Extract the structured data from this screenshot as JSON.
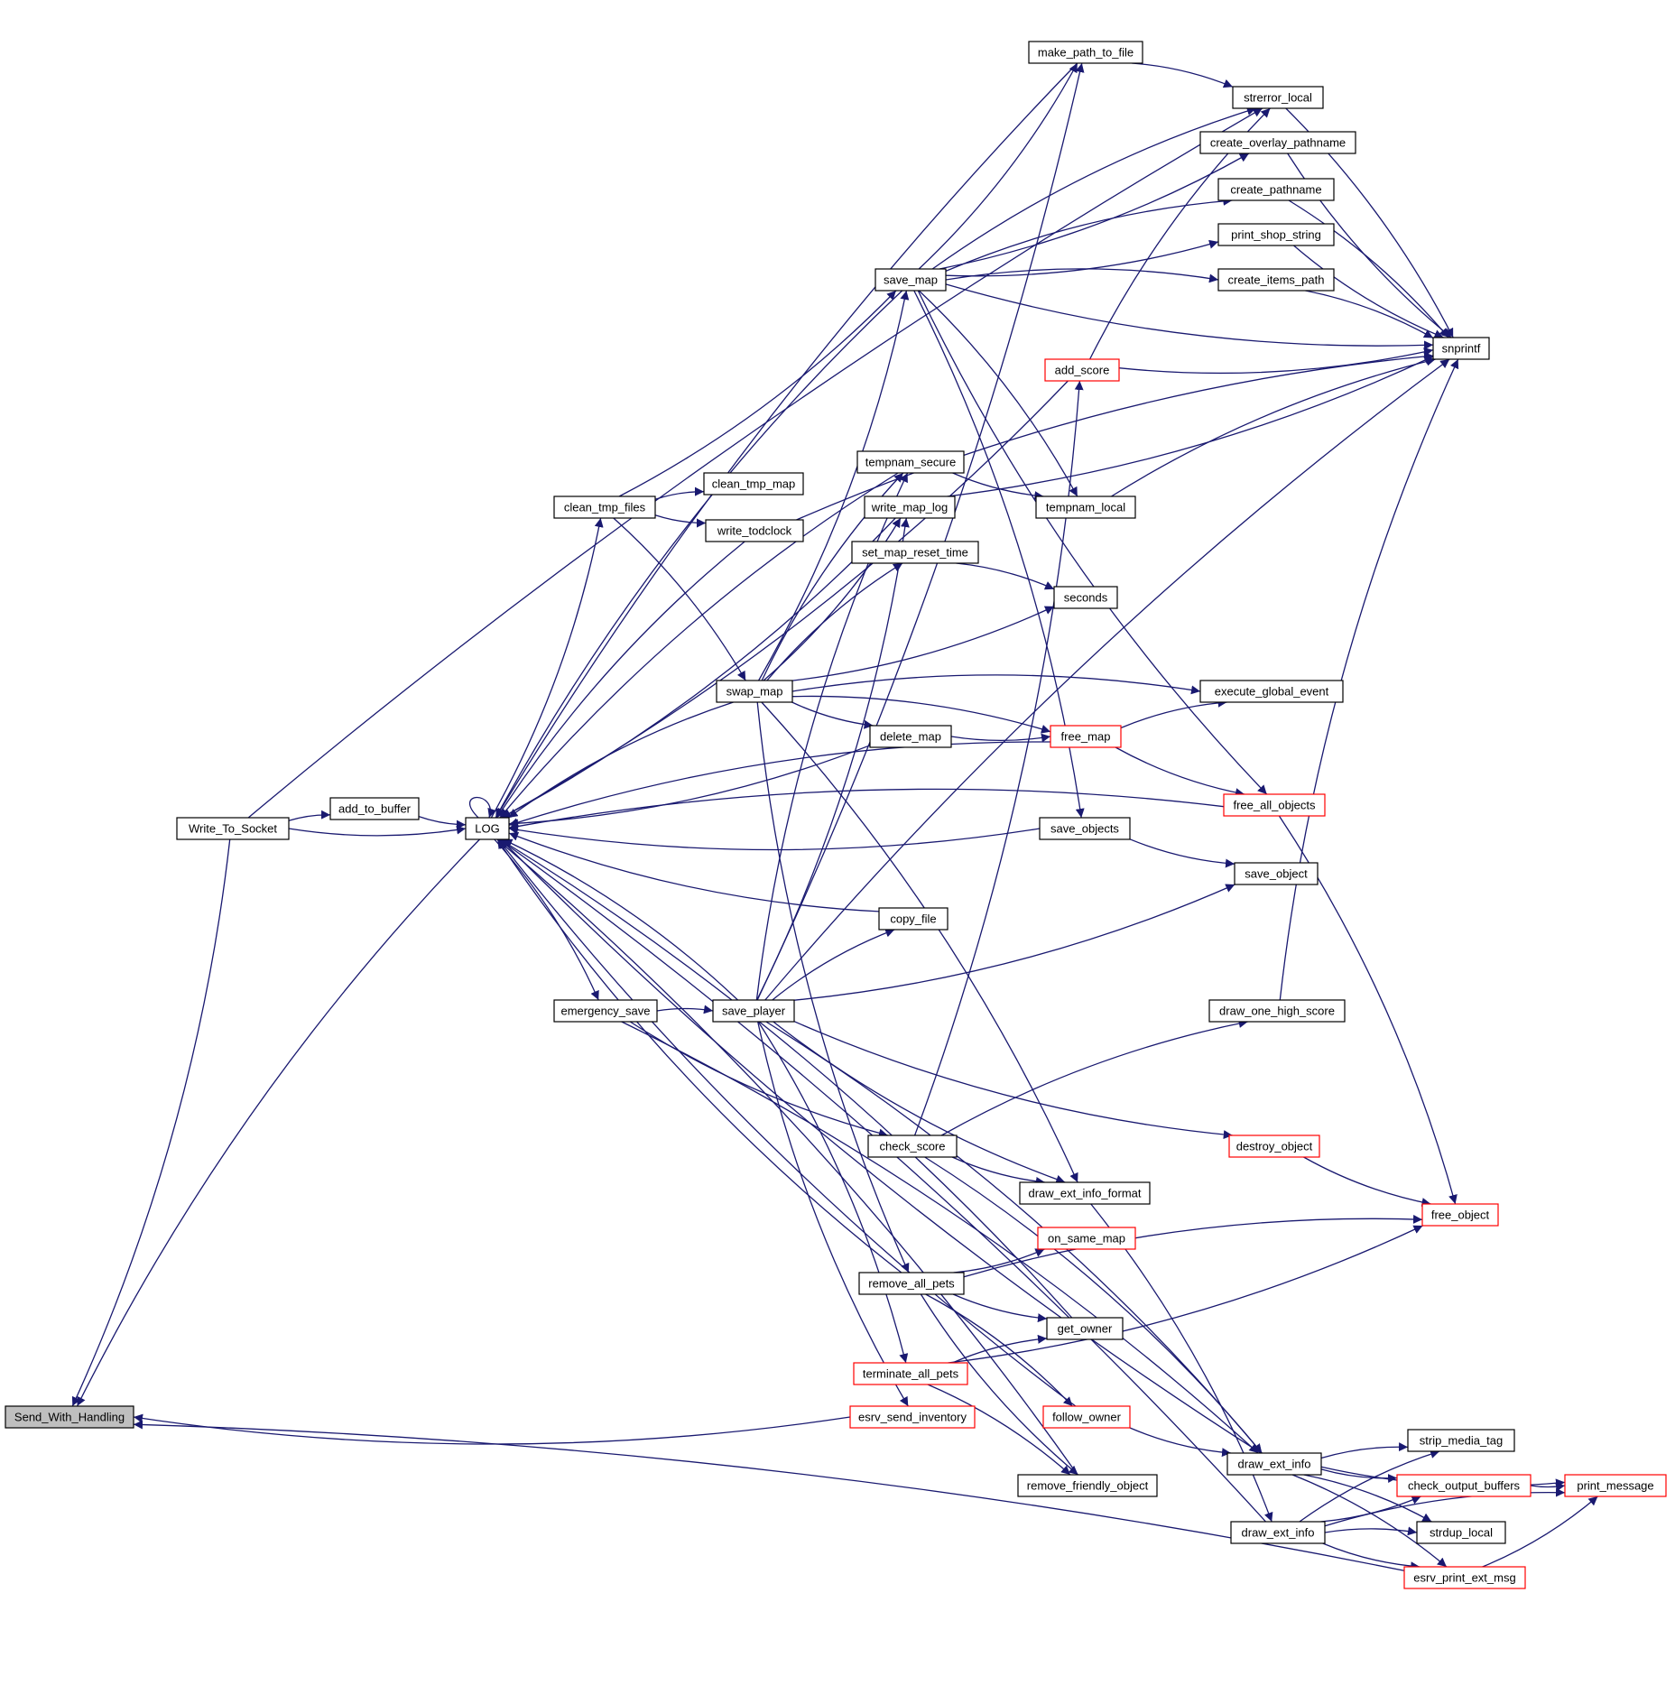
{
  "diagram": {
    "title": "Send_With_Handling call graph",
    "colors": {
      "edge": "#191970",
      "normal_border": "#000000",
      "truncated_border": "#ff0000",
      "root_fill": "#bfbfbf",
      "node_fill": "#ffffff"
    },
    "nodes": [
      {
        "id": "Send_With_Handling",
        "label": "Send_With_Handling",
        "style": "root"
      },
      {
        "id": "Write_To_Socket",
        "label": "Write_To_Socket",
        "style": "normal"
      },
      {
        "id": "add_to_buffer",
        "label": "add_to_buffer",
        "style": "normal"
      },
      {
        "id": "LOG",
        "label": "LOG",
        "style": "normal"
      },
      {
        "id": "make_path_to_file",
        "label": "make_path_to_file",
        "style": "normal"
      },
      {
        "id": "strerror_local",
        "label": "strerror_local",
        "style": "normal"
      },
      {
        "id": "create_overlay_pathname",
        "label": "create_overlay_pathname",
        "style": "normal"
      },
      {
        "id": "create_pathname",
        "label": "create_pathname",
        "style": "normal"
      },
      {
        "id": "print_shop_string",
        "label": "print_shop_string",
        "style": "normal"
      },
      {
        "id": "create_items_path",
        "label": "create_items_path",
        "style": "normal"
      },
      {
        "id": "save_map",
        "label": "save_map",
        "style": "normal"
      },
      {
        "id": "snprintf",
        "label": "snprintf",
        "style": "normal"
      },
      {
        "id": "add_score",
        "label": "add_score",
        "style": "truncated"
      },
      {
        "id": "tempnam_secure",
        "label": "tempnam_secure",
        "style": "normal"
      },
      {
        "id": "clean_tmp_map",
        "label": "clean_tmp_map",
        "style": "normal"
      },
      {
        "id": "clean_tmp_files",
        "label": "clean_tmp_files",
        "style": "normal"
      },
      {
        "id": "write_map_log",
        "label": "write_map_log",
        "style": "normal"
      },
      {
        "id": "tempnam_local",
        "label": "tempnam_local",
        "style": "normal"
      },
      {
        "id": "write_todclock",
        "label": "write_todclock",
        "style": "normal"
      },
      {
        "id": "set_map_reset_time",
        "label": "set_map_reset_time",
        "style": "normal"
      },
      {
        "id": "seconds",
        "label": "seconds",
        "style": "normal"
      },
      {
        "id": "swap_map",
        "label": "swap_map",
        "style": "normal"
      },
      {
        "id": "execute_global_event",
        "label": "execute_global_event",
        "style": "normal"
      },
      {
        "id": "delete_map",
        "label": "delete_map",
        "style": "normal"
      },
      {
        "id": "free_map",
        "label": "free_map",
        "style": "truncated"
      },
      {
        "id": "free_all_objects",
        "label": "free_all_objects",
        "style": "truncated"
      },
      {
        "id": "save_objects",
        "label": "save_objects",
        "style": "normal"
      },
      {
        "id": "save_object",
        "label": "save_object",
        "style": "normal"
      },
      {
        "id": "copy_file",
        "label": "copy_file",
        "style": "normal"
      },
      {
        "id": "emergency_save",
        "label": "emergency_save",
        "style": "normal"
      },
      {
        "id": "save_player",
        "label": "save_player",
        "style": "normal"
      },
      {
        "id": "draw_one_high_score",
        "label": "draw_one_high_score",
        "style": "normal"
      },
      {
        "id": "check_score",
        "label": "check_score",
        "style": "normal"
      },
      {
        "id": "destroy_object",
        "label": "destroy_object",
        "style": "truncated"
      },
      {
        "id": "draw_ext_info_format",
        "label": "draw_ext_info_format",
        "style": "normal"
      },
      {
        "id": "free_object",
        "label": "free_object",
        "style": "truncated"
      },
      {
        "id": "on_same_map",
        "label": "on_same_map",
        "style": "truncated"
      },
      {
        "id": "remove_all_pets",
        "label": "remove_all_pets",
        "style": "normal"
      },
      {
        "id": "get_owner",
        "label": "get_owner",
        "style": "normal"
      },
      {
        "id": "terminate_all_pets",
        "label": "terminate_all_pets",
        "style": "truncated"
      },
      {
        "id": "esrv_send_inventory",
        "label": "esrv_send_inventory",
        "style": "truncated"
      },
      {
        "id": "follow_owner",
        "label": "follow_owner",
        "style": "truncated"
      },
      {
        "id": "strip_media_tag",
        "label": "strip_media_tag",
        "style": "normal"
      },
      {
        "id": "draw_ext_info_a",
        "label": "draw_ext_info",
        "style": "normal"
      },
      {
        "id": "remove_friendly_object",
        "label": "remove_friendly_object",
        "style": "normal"
      },
      {
        "id": "check_output_buffers",
        "label": "check_output_buffers",
        "style": "truncated"
      },
      {
        "id": "print_message",
        "label": "print_message",
        "style": "truncated"
      },
      {
        "id": "draw_ext_info_b",
        "label": "draw_ext_info",
        "style": "normal"
      },
      {
        "id": "strdup_local",
        "label": "strdup_local",
        "style": "normal"
      },
      {
        "id": "esrv_print_ext_msg",
        "label": "esrv_print_ext_msg",
        "style": "truncated"
      }
    ],
    "edges": [
      [
        "Write_To_Socket",
        "Send_With_Handling"
      ],
      [
        "LOG",
        "Send_With_Handling"
      ],
      [
        "esrv_send_inventory",
        "Send_With_Handling"
      ],
      [
        "esrv_print_ext_msg",
        "Send_With_Handling"
      ],
      [
        "Write_To_Socket",
        "add_to_buffer"
      ],
      [
        "Write_To_Socket",
        "LOG"
      ],
      [
        "Write_To_Socket",
        "strerror_local"
      ],
      [
        "add_to_buffer",
        "LOG"
      ],
      [
        "LOG",
        "LOG"
      ],
      [
        "make_path_to_file",
        "LOG"
      ],
      [
        "make_path_to_file",
        "strerror_local"
      ],
      [
        "save_map",
        "LOG"
      ],
      [
        "add_score",
        "LOG"
      ],
      [
        "LOG",
        "clean_tmp_files"
      ],
      [
        "LOG",
        "emergency_save"
      ],
      [
        "write_todclock",
        "LOG"
      ],
      [
        "write_todclock",
        "snprintf"
      ],
      [
        "tempnam_secure",
        "LOG"
      ],
      [
        "write_map_log",
        "LOG"
      ],
      [
        "swap_map",
        "LOG"
      ],
      [
        "delete_map",
        "LOG"
      ],
      [
        "free_map",
        "LOG"
      ],
      [
        "save_objects",
        "LOG"
      ],
      [
        "free_all_objects",
        "LOG"
      ],
      [
        "copy_file",
        "LOG"
      ],
      [
        "save_player",
        "LOG"
      ],
      [
        "remove_all_pets",
        "LOG"
      ],
      [
        "get_owner",
        "LOG"
      ],
      [
        "follow_owner",
        "LOG"
      ],
      [
        "remove_friendly_object",
        "LOG"
      ],
      [
        "draw_ext_info_a",
        "LOG"
      ],
      [
        "draw_ext_info_b",
        "LOG"
      ],
      [
        "strerror_local",
        "snprintf"
      ],
      [
        "create_overlay_pathname",
        "snprintf"
      ],
      [
        "create_pathname",
        "snprintf"
      ],
      [
        "print_shop_string",
        "snprintf"
      ],
      [
        "create_items_path",
        "snprintf"
      ],
      [
        "save_map",
        "make_path_to_file"
      ],
      [
        "save_map",
        "strerror_local"
      ],
      [
        "save_map",
        "create_overlay_pathname"
      ],
      [
        "save_map",
        "create_pathname"
      ],
      [
        "save_map",
        "print_shop_string"
      ],
      [
        "save_map",
        "create_items_path"
      ],
      [
        "save_map",
        "snprintf"
      ],
      [
        "save_map",
        "tempnam_local"
      ],
      [
        "save_map",
        "free_all_objects"
      ],
      [
        "save_map",
        "save_objects"
      ],
      [
        "add_score",
        "snprintf"
      ],
      [
        "add_score",
        "strerror_local"
      ],
      [
        "clean_tmp_files",
        "save_map"
      ],
      [
        "clean_tmp_files",
        "clean_tmp_map"
      ],
      [
        "clean_tmp_files",
        "write_todclock"
      ],
      [
        "clean_tmp_files",
        "swap_map"
      ],
      [
        "tempnam_secure",
        "tempnam_local"
      ],
      [
        "tempnam_local",
        "snprintf"
      ],
      [
        "write_map_log",
        "snprintf"
      ],
      [
        "set_map_reset_time",
        "seconds"
      ],
      [
        "swap_map",
        "save_map"
      ],
      [
        "swap_map",
        "tempnam_secure"
      ],
      [
        "swap_map",
        "write_map_log"
      ],
      [
        "swap_map",
        "set_map_reset_time"
      ],
      [
        "swap_map",
        "seconds"
      ],
      [
        "swap_map",
        "execute_global_event"
      ],
      [
        "swap_map",
        "delete_map"
      ],
      [
        "swap_map",
        "free_map"
      ],
      [
        "swap_map",
        "remove_all_pets"
      ],
      [
        "swap_map",
        "draw_ext_info_format"
      ],
      [
        "delete_map",
        "free_map"
      ],
      [
        "free_map",
        "execute_global_event"
      ],
      [
        "free_map",
        "free_all_objects"
      ],
      [
        "free_all_objects",
        "free_object"
      ],
      [
        "save_objects",
        "save_object"
      ],
      [
        "emergency_save",
        "save_player"
      ],
      [
        "emergency_save",
        "check_score"
      ],
      [
        "emergency_save",
        "draw_ext_info_a"
      ],
      [
        "save_player",
        "make_path_to_file"
      ],
      [
        "save_player",
        "tempnam_secure"
      ],
      [
        "save_player",
        "write_map_log"
      ],
      [
        "save_player",
        "copy_file"
      ],
      [
        "save_player",
        "save_object"
      ],
      [
        "save_player",
        "snprintf"
      ],
      [
        "save_player",
        "destroy_object"
      ],
      [
        "save_player",
        "draw_ext_info_a"
      ],
      [
        "save_player",
        "draw_ext_info_format"
      ],
      [
        "save_player",
        "terminate_all_pets"
      ],
      [
        "save_player",
        "esrv_send_inventory"
      ],
      [
        "draw_one_high_score",
        "snprintf"
      ],
      [
        "check_score",
        "add_score"
      ],
      [
        "check_score",
        "draw_one_high_score"
      ],
      [
        "check_score",
        "draw_ext_info_format"
      ],
      [
        "check_score",
        "draw_ext_info_a"
      ],
      [
        "destroy_object",
        "free_object"
      ],
      [
        "draw_ext_info_format",
        "draw_ext_info_b"
      ],
      [
        "remove_all_pets",
        "on_same_map"
      ],
      [
        "remove_all_pets",
        "free_object"
      ],
      [
        "remove_all_pets",
        "get_owner"
      ],
      [
        "remove_all_pets",
        "follow_owner"
      ],
      [
        "remove_all_pets",
        "remove_friendly_object"
      ],
      [
        "terminate_all_pets",
        "get_owner"
      ],
      [
        "terminate_all_pets",
        "free_object"
      ],
      [
        "terminate_all_pets",
        "remove_friendly_object"
      ],
      [
        "follow_owner",
        "draw_ext_info_a"
      ],
      [
        "draw_ext_info_a",
        "strip_media_tag"
      ],
      [
        "draw_ext_info_a",
        "check_output_buffers"
      ],
      [
        "draw_ext_info_a",
        "strdup_local"
      ],
      [
        "draw_ext_info_a",
        "print_message"
      ],
      [
        "draw_ext_info_a",
        "esrv_print_ext_msg"
      ],
      [
        "check_output_buffers",
        "print_message"
      ],
      [
        "draw_ext_info_b",
        "strip_media_tag"
      ],
      [
        "draw_ext_info_b",
        "check_output_buffers"
      ],
      [
        "draw_ext_info_b",
        "strdup_local"
      ],
      [
        "draw_ext_info_b",
        "esrv_print_ext_msg"
      ],
      [
        "draw_ext_info_b",
        "print_message"
      ],
      [
        "esrv_print_ext_msg",
        "print_message"
      ]
    ]
  }
}
